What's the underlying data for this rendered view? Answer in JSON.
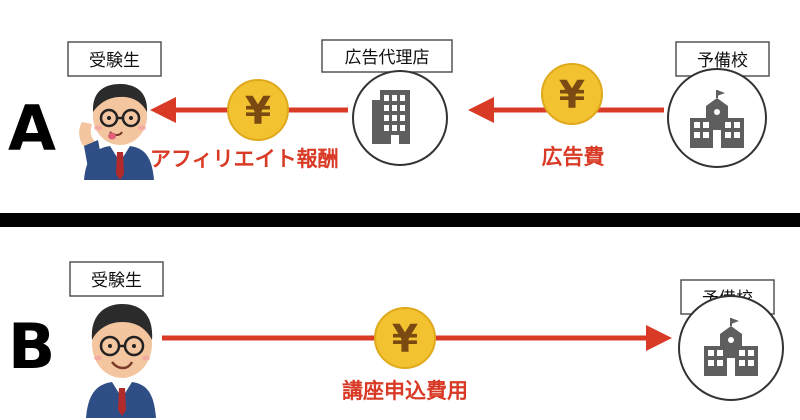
{
  "colors": {
    "arrow": "#d93a26",
    "coin": "#f2c230",
    "coin_rim": "#e0a91c",
    "coin_symbol": "#7a4a12",
    "label_red": "#d93a26",
    "divider": "#000000",
    "building": "#5e5e5e",
    "circle_stroke": "#333333"
  },
  "panel_a": {
    "letter": "A",
    "student_label": "受験生",
    "agency_label": "広告代理店",
    "school_label": "予備校",
    "coin_symbol": "¥",
    "flow_label_left": "アフィリエイト報酬",
    "flow_label_right": "広告費"
  },
  "panel_b": {
    "letter": "B",
    "student_label": "受験生",
    "school_label": "予備校",
    "coin_symbol": "¥",
    "flow_label": "講座申込費用"
  }
}
